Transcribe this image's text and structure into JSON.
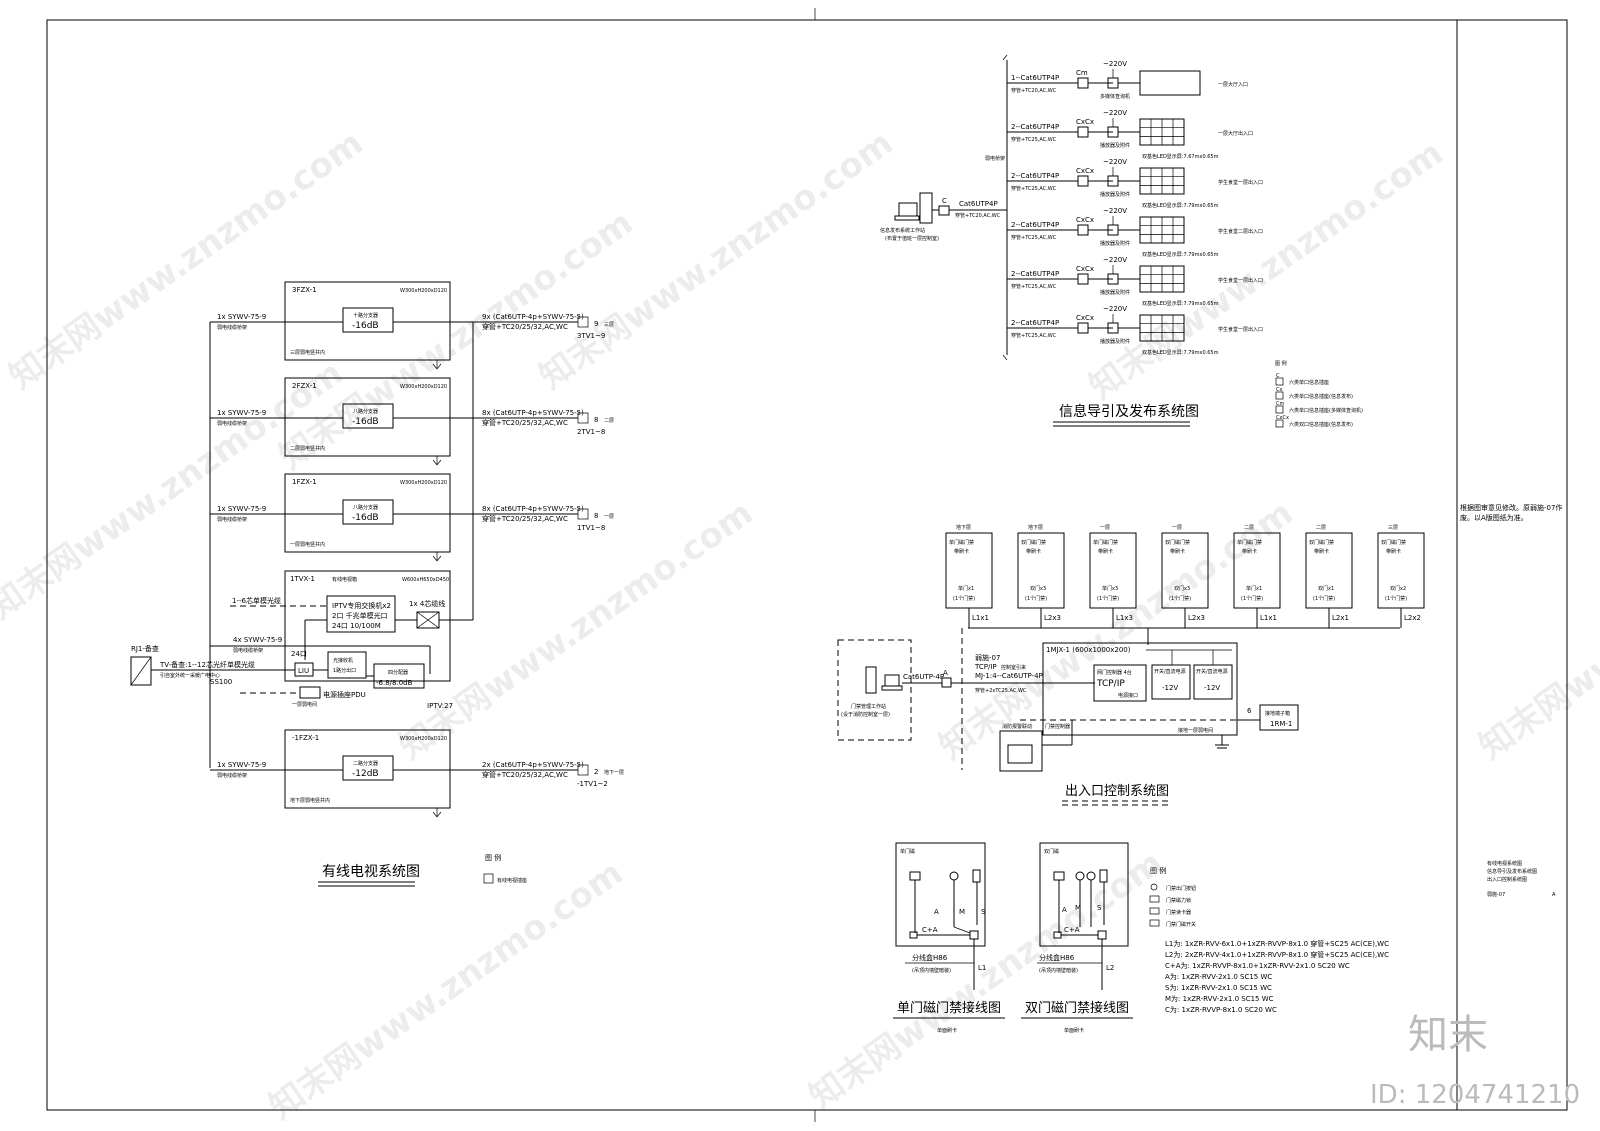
{
  "catv": {
    "title": "有线电视系统图",
    "legend_title": "图 例",
    "legend_item": "有线电视插座",
    "source": {
      "tag": "RJ1-备查",
      "line1": "TV-备查:1--12芯光纤单模光缆",
      "line2": "引自室外统一采暖广电中心",
      "ss": "SS100"
    },
    "boxes": [
      {
        "id": "3FZX-1",
        "dim": "W300xH200xD120",
        "unit": "十路分支器",
        "db": "-16dB",
        "note": "三层弱电竖井内",
        "feed": "1x SYWV-75-9",
        "feed_note": "弱电线缆桥架",
        "out": "9x (Cat6UTP-4p+SYWV-75-5)",
        "out_conduit": "穿管+TC20/25/32,AC,WC",
        "count": "9",
        "floor": "三层",
        "range": "3TV1~9"
      },
      {
        "id": "2FZX-1",
        "dim": "W300xH200xD120",
        "unit": "八路分支器",
        "db": "-16dB",
        "note": "二层弱电竖井内",
        "feed": "1x SYWV-75-9",
        "feed_note": "弱电线缆桥架",
        "out": "8x (Cat6UTP-4p+SYWV-75-5)",
        "out_conduit": "穿管+TC20/25/32,AC,WC",
        "count": "8",
        "floor": "二层",
        "range": "2TV1~8"
      },
      {
        "id": "1FZX-1",
        "dim": "W300xH200xD120",
        "unit": "八路分支器",
        "db": "-16dB",
        "note": "一层弱电竖井内",
        "feed": "1x SYWV-75-9",
        "feed_note": "弱电线缆桥架",
        "out": "8x (Cat6UTP-4p+SYWV-75-5)",
        "out_conduit": "穿管+TC20/25/32,AC,WC",
        "count": "8",
        "floor": "一层",
        "range": "1TV1~8"
      },
      {
        "id": "-1FZX-1",
        "dim": "W300xH200xD120",
        "unit": "二路分支器",
        "db": "-12dB",
        "note": "地下层弱电竖井内",
        "feed": "1x SYWV-75-9",
        "feed_note": "弱电线缆桥架",
        "out": "2x (Cat6UTP-4p+SYWV-75-5)",
        "out_conduit": "穿管+TC20/25/32,AC,WC",
        "count": "2",
        "floor": "地下一层",
        "range": "-1TV1~2"
      }
    ],
    "tvx": {
      "id": "1TVX-1",
      "name": "有线电视箱",
      "dim": "W600xH650xD450",
      "iptv_l1": "IPTV专用交换机x2",
      "iptv_l2": "2口 千兆单模光口",
      "iptv_l3": "24口 10/100M",
      "fiber": "1--6芯单模光缆",
      "coax_out": "1x 4芯缆线",
      "feed": "4x SYWV-75-9",
      "feed_note": "弱电线缆桥架",
      "port": "24口",
      "luu": "LIU",
      "optic": "光接收机",
      "optic2": "1路分出口",
      "splitter": "四分配器",
      "splitter_db": "-6.8/8.0dB",
      "pdu": "电源插座PDU",
      "pdu_note": "一层弱电间",
      "iptv_count": "IPTV:27"
    }
  },
  "info": {
    "title": "信息导引及发布系统图",
    "host_l1": "信息发布系统工作站",
    "host_l2": "(布置于值班一层控制室)",
    "host_link": "Cat6UTP4P",
    "host_conduit": "穿管+TC20,AC,WC",
    "host_tag": "C",
    "trunk_label": "弱电桥架",
    "rows": [
      {
        "cable": "1--Cat6UTP4P",
        "conduit": "穿管+TC20,AC,WC",
        "tag": "Cm",
        "power": "~220V",
        "device": "多媒体查询机",
        "size": "",
        "place": "一层大厅入口"
      },
      {
        "cable": "2--Cat6UTP4P",
        "conduit": "穿管+TC25,AC,WC",
        "tag": "CxCx",
        "power": "~220V",
        "device": "播放器及附件",
        "size": "双基色LED显示屏:7.67mx0.65m",
        "place": "一层大厅出入口"
      },
      {
        "cable": "2--Cat6UTP4P",
        "conduit": "穿管+TC25,AC,WC",
        "tag": "CxCx",
        "power": "~220V",
        "device": "播放器及附件",
        "size": "双基色LED显示屏:7.79mx0.65m",
        "place": "学生食堂一层出入口"
      },
      {
        "cable": "2--Cat6UTP4P",
        "conduit": "穿管+TC25,AC,WC",
        "tag": "CxCx",
        "power": "~220V",
        "device": "播放器及附件",
        "size": "双基色LED显示屏:7.79mx0.65m",
        "place": "学生食堂二层出入口"
      },
      {
        "cable": "2--Cat6UTP4P",
        "conduit": "穿管+TC25,AC,WC",
        "tag": "CxCx",
        "power": "~220V",
        "device": "播放器及附件",
        "size": "双基色LED显示屏:7.79mx0.65m",
        "place": "学生食堂一层出入口"
      },
      {
        "cable": "2--Cat6UTP4P",
        "conduit": "穿管+TC25,AC,WC",
        "tag": "CxCx",
        "power": "~220V",
        "device": "播放器及附件",
        "size": "双基色LED显示屏:7.79mx0.65m",
        "place": "学生食堂一层出入口"
      }
    ],
    "legend_title": "图 例",
    "legend": [
      {
        "tag": "C",
        "text": "六类单口信息插座"
      },
      {
        "tag": "Cx",
        "text": "六类单口信息插座(信息发布)"
      },
      {
        "tag": "Cm",
        "text": "六类单口信息插座(多媒体查询机)"
      },
      {
        "tag": "CxCx",
        "text": "六类双口信息插座(信息发布)"
      }
    ]
  },
  "access": {
    "title": "出入口控制系统图",
    "doors": [
      {
        "floor": "地下层",
        "l1": "单门磁门禁",
        "l2": "带刷卡",
        "qty": "单门x1",
        "sub": "(1个门禁)",
        "cable": "L1x1"
      },
      {
        "floor": "地下层",
        "l1": "双门磁门禁",
        "l2": "带刷卡",
        "qty": "双门x3",
        "sub": "(1个门禁)",
        "cable": "L2x3"
      },
      {
        "floor": "一层",
        "l1": "单门磁门禁",
        "l2": "带刷卡",
        "qty": "单门x3",
        "sub": "(1个门禁)",
        "cable": "L1x3"
      },
      {
        "floor": "一层",
        "l1": "双门磁门禁",
        "l2": "带刷卡",
        "qty": "双门x3",
        "sub": "(1个门禁)",
        "cable": "L2x3"
      },
      {
        "floor": "二层",
        "l1": "单门磁门禁",
        "l2": "带刷卡",
        "qty": "单门x1",
        "sub": "(1个门禁)",
        "cable": "L1x1"
      },
      {
        "floor": "二层",
        "l1": "双门磁门禁",
        "l2": "带刷卡",
        "qty": "双门x1",
        "sub": "(1个门禁)",
        "cable": "L2x1"
      },
      {
        "floor": "三层",
        "l1": "双门磁门禁",
        "l2": "带刷卡",
        "qty": "双门x2",
        "sub": "(1个门禁)",
        "cable": "L2x2"
      }
    ],
    "ws_l1": "门禁管理工作站",
    "ws_l2": "(设于消防控制室一层)",
    "link": "Cat6UTP-4P",
    "link_tag": "A",
    "ref": "弱施-07",
    "proto": "TCP/IP",
    "proto_note": "控制室引来",
    "mj": "MJ-1:4--Cat6UTP-4P",
    "conduit": "穿管+2xTC25,AC,WC",
    "cabinet": "1MJX-1 (600x1000x200)",
    "ctrl_l1": "网门控制器 4台",
    "ctrl_l2": "TCP/IP",
    "ctrl_l3": "电源接口",
    "psu1_l1": "开关/直流电源",
    "psu1_l2": "-12V",
    "psu2_l1": "开关/直流电源",
    "psu2_l2": "-12V",
    "alarm": "消防报警联动",
    "alarm_note": "门禁控制器",
    "gnd": "接地一层弱电间",
    "rm_count": "6",
    "rm_l1": "接地端子箱",
    "rm_l2": "1RM-1"
  },
  "single": {
    "title": "单门磁门禁接线图",
    "head": "单门磁",
    "a": "A",
    "m": "M",
    "s": "S",
    "ca": "C+A",
    "box": "分线盒H86",
    "box_note": "(吊顶内墙壁暗装)",
    "line": "L1",
    "foot": "单面刷卡"
  },
  "double": {
    "title": "双门磁门禁接线图",
    "head": "双门磁",
    "a": "A",
    "m": "M",
    "s": "S",
    "ca": "C+A",
    "box": "分线盒H86",
    "box_note": "(吊顶内墙壁暗装)",
    "line": "L2",
    "foot": "单面刷卡"
  },
  "wiring_legend": {
    "title": "图 例",
    "items": [
      "门禁出门按钮",
      "门禁磁力锁",
      "门禁读卡器",
      "门禁门磁开关"
    ],
    "specs": [
      "L1为: 1xZR-RVV-6x1.0+1xZR-RVVP-8x1.0 穿管+SC25 AC(CE),WC",
      "L2为: 2xZR-RVV-4x1.0+1xZR-RVVP-8x1.0 穿管+SC25 AC(CE),WC",
      "C+A为: 1xZR-RVVP-8x1.0+1xZR-RVV-2x1.0 SC20 WC",
      "A为: 1xZR-RVV-2x1.0 SC15 WC",
      "S为: 1xZR-RVV-2x1.0 SC15 WC",
      "M为: 1xZR-RVV-2x1.0 SC15 WC",
      "C为: 1xZR-RVVP-8x1.0 SC20 WC"
    ]
  },
  "titleblock": {
    "note_l1": "根据图审意见修改。原弱施-07作",
    "note_l2": "废。以A版图纸为准。",
    "name_l1": "有线电视系统图",
    "name_l2": "信息导引及发布系统图",
    "name_l3": "出入口控制系统图",
    "sheet": "弱施-07",
    "rev": "A"
  },
  "watermark": {
    "text": "知末网www.znzmo.com",
    "brand": "知末",
    "id": "ID: 1204741210"
  }
}
